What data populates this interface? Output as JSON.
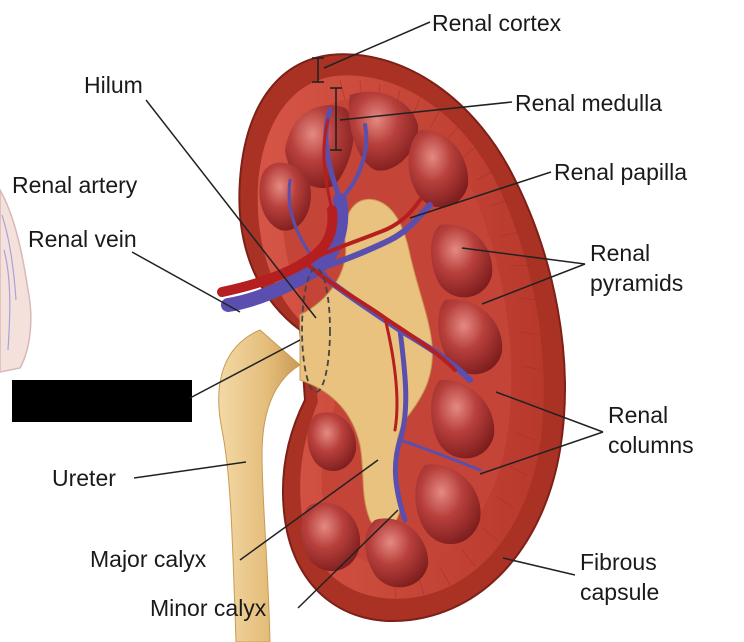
{
  "labels": {
    "renal_cortex": "Renal cortex",
    "hilum": "Hilum",
    "renal_medulla": "Renal medulla",
    "renal_artery": "Renal artery",
    "renal_papilla": "Renal papilla",
    "renal_vein": "Renal vein",
    "renal_pyramids_1": "Renal",
    "renal_pyramids_2": "pyramids",
    "renal_columns_1": "Renal",
    "renal_columns_2": "columns",
    "ureter": "Ureter",
    "major_calyx": "Major calyx",
    "fibrous_capsule_1": "Fibrous",
    "fibrous_capsule_2": "capsule",
    "minor_calyx": "Minor calyx"
  },
  "colors": {
    "capsule": "#b8392c",
    "cortex": "#c9473a",
    "pyramid": "#a93232",
    "pyramid_highlight": "#e07a72",
    "calyx": "#e8c27e",
    "vein": "#5a4fae",
    "artery": "#b51f1f",
    "ureter": "#e4bd7a",
    "redaction": "#000000"
  }
}
